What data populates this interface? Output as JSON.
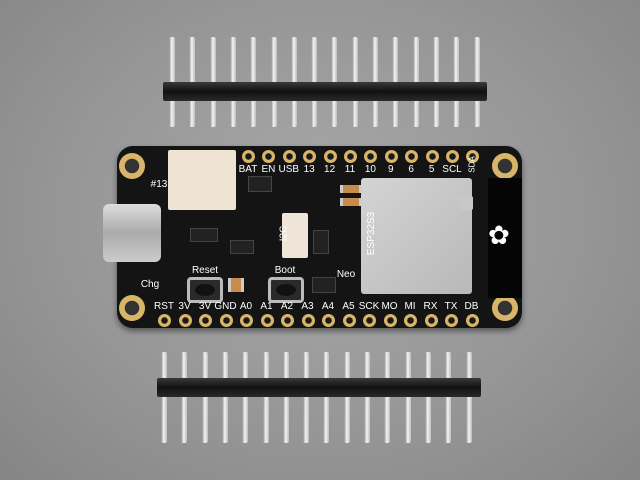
{
  "board": {
    "top_pin_labels": [
      "BAT",
      "EN",
      "USB",
      "13",
      "12",
      "11",
      "10",
      "9",
      "6",
      "5",
      "SCL",
      "SDA"
    ],
    "bottom_pin_labels": [
      "RST",
      "3V",
      "3V",
      "GND",
      "A0",
      "A1",
      "A2",
      "A3",
      "A4",
      "A5",
      "SCK",
      "MO",
      "MI",
      "RX",
      "TX",
      "DB"
    ],
    "silkscreen": {
      "reset": "Reset",
      "boot": "Boot",
      "charge": "Chg",
      "led": "#13",
      "i2c": "I2C",
      "chip": "ESP32S3",
      "neopixel": "Neo"
    },
    "logo_icon": "adafruit-flower-star-icon"
  },
  "headers": {
    "top_pin_count": 16,
    "bottom_pin_count": 16
  }
}
